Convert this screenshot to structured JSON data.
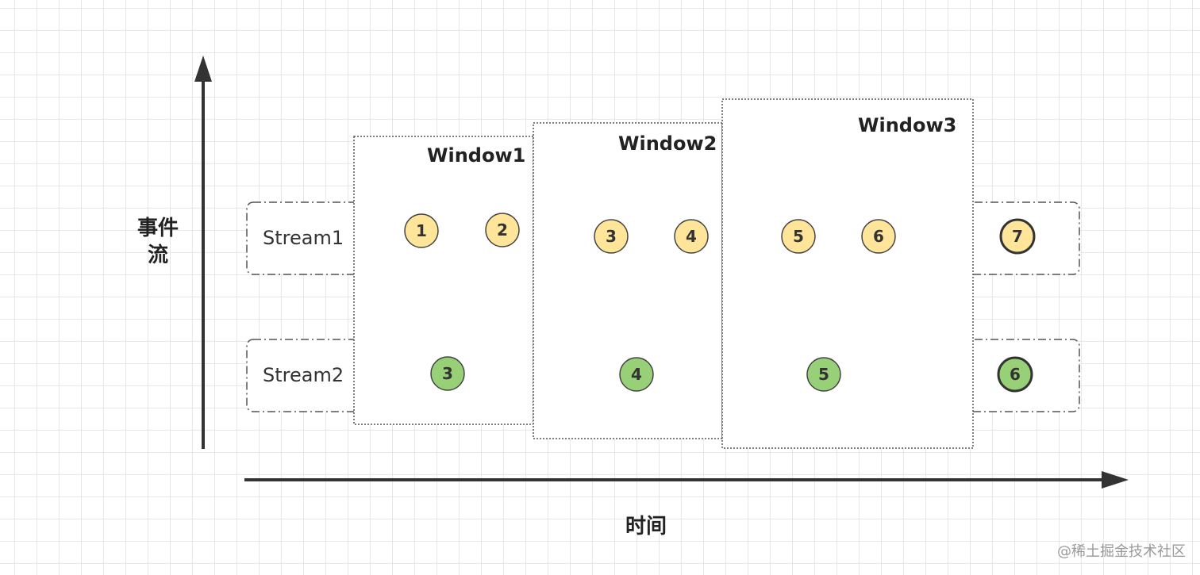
{
  "axes": {
    "y_label_line1": "事件",
    "y_label_line2": "流",
    "x_label": "时间"
  },
  "streams": [
    {
      "label": "Stream1"
    },
    {
      "label": "Stream2"
    }
  ],
  "windows": [
    {
      "title": "Window1"
    },
    {
      "title": "Window2"
    },
    {
      "title": "Window3"
    }
  ],
  "events": {
    "stream1": [
      "1",
      "2",
      "3",
      "4",
      "5",
      "6",
      "7"
    ],
    "stream2": [
      "3",
      "4",
      "5",
      "6"
    ]
  },
  "colors": {
    "stream1_fill": "#ffe599",
    "stream2_fill": "#97d077",
    "axis": "#333333",
    "border": "#555555"
  },
  "watermark": "@稀土掘金技术社区"
}
